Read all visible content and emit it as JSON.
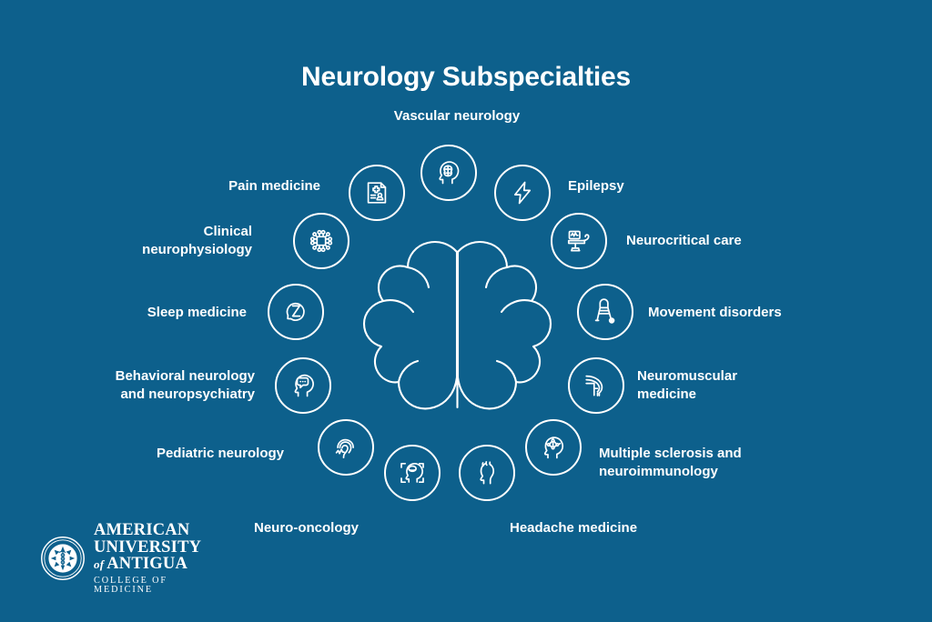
{
  "page": {
    "title": "Neurology Subspecialties",
    "background_color": "#0d608c",
    "foreground_color": "#ffffff"
  },
  "subspecialties": [
    {
      "id": "vascular-neurology",
      "label": "Vascular neurology",
      "icon": "head-with-brain-icon",
      "label_position": "top-center"
    },
    {
      "id": "pain-medicine",
      "label": "Pain medicine",
      "icon": "medical-record-icon",
      "label_position": "left"
    },
    {
      "id": "clinical-neurophysiology",
      "label": "Clinical\nneurophysiology",
      "icon": "brain-chip-icon",
      "label_position": "left"
    },
    {
      "id": "sleep-medicine",
      "label": "Sleep medicine",
      "icon": "sleep-z-arrow-icon",
      "label_position": "left"
    },
    {
      "id": "behavioral-neurology-and-neuropsychiatry",
      "label": "Behavioral neurology\nand neuropsychiatry",
      "icon": "head-speech-bubble-icon",
      "label_position": "left"
    },
    {
      "id": "pediatric-neurology",
      "label": "Pediatric neurology",
      "icon": "ear-soundwave-icon",
      "label_position": "left"
    },
    {
      "id": "neuro-oncology",
      "label": "Neuro-oncology",
      "icon": "head-scan-brackets-icon",
      "label_position": "bottom-left"
    },
    {
      "id": "headache-medicine",
      "label": "Headache medicine",
      "icon": "head-pain-lines-icon",
      "label_position": "bottom-right"
    },
    {
      "id": "multiple-sclerosis-and-neuroimmunology",
      "label": "Multiple sclerosis and\nneuroimmunology",
      "icon": "head-neural-network-icon",
      "label_position": "right"
    },
    {
      "id": "neuromuscular-medicine",
      "label": "Neuromuscular\nmedicine",
      "icon": "knee-joint-icon",
      "label_position": "right"
    },
    {
      "id": "movement-disorders",
      "label": "Movement disorders",
      "icon": "walker-icon",
      "label_position": "right"
    },
    {
      "id": "neurocritical-care",
      "label": "Neurocritical care",
      "icon": "hospital-bed-monitor-icon",
      "label_position": "right"
    },
    {
      "id": "epilepsy",
      "label": "Epilepsy",
      "icon": "lightning-bolt-icon",
      "label_position": "right"
    }
  ],
  "center_graphic": {
    "name": "brain-outline-illustration"
  },
  "logo": {
    "line1": "AMERICAN",
    "line2": "UNIVERSITY",
    "connector": "of",
    "line3": "ANTIGUA",
    "line4": "COLLEGE OF MEDICINE",
    "seal": "university-seal-caduceus"
  }
}
